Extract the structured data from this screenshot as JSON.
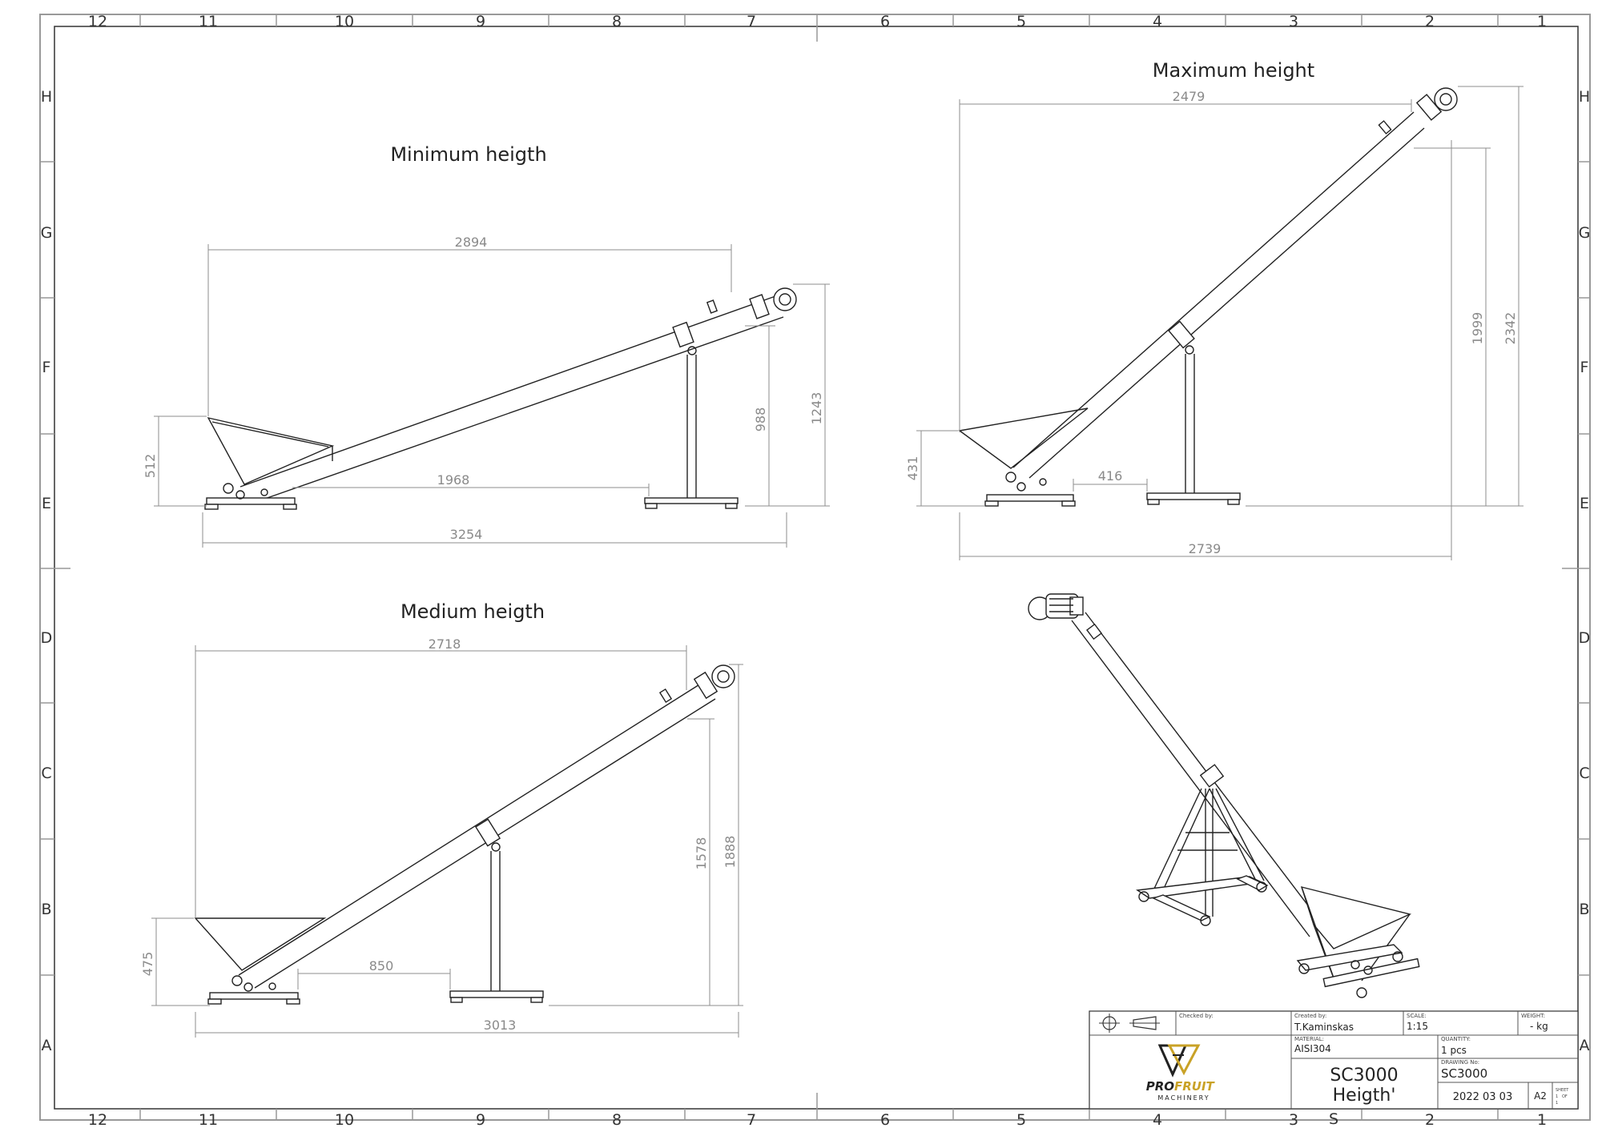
{
  "grid": {
    "cols": [
      "12",
      "11",
      "10",
      "9",
      "8",
      "7",
      "6",
      "5",
      "4",
      "3",
      "2",
      "1"
    ],
    "rows": [
      "H",
      "G",
      "F",
      "E",
      "D",
      "C",
      "B",
      "A"
    ]
  },
  "views": {
    "min": {
      "title": "Minimum heigth",
      "dims": {
        "top": "2894",
        "h_hopper": "512",
        "h_support": "988",
        "h_total": "1243",
        "inner": "1968",
        "bottom": "3254"
      }
    },
    "max": {
      "title": "Maximum height",
      "dims": {
        "top": "2479",
        "h_hopper": "431",
        "h_support": "1999",
        "h_total": "2342",
        "inner": "416",
        "bottom": "2739"
      }
    },
    "med": {
      "title": "Medium heigth",
      "dims": {
        "top": "2718",
        "h_hopper": "475",
        "h_support": "1578",
        "h_total": "1888",
        "inner": "850",
        "bottom": "3013"
      }
    }
  },
  "title_block": {
    "checked_by_label": "Checked by:",
    "created_by_label": "Created by:",
    "created_by": "T.Kaminskas",
    "scale_label": "SCALE:",
    "scale": "1:15",
    "weight_label": "WEIGHT:",
    "weight": "- kg",
    "material_label": "MATERIAL:",
    "material": "AISI304",
    "quantity_label": "QUANTITY:",
    "quantity": "1 pcs",
    "drawing_no_label": "DRAWING No:",
    "drawing_no": "SC3000",
    "name_line1": "SC3000",
    "name_line2": "Heigth'",
    "date": "2022 03 03",
    "size": "A2",
    "sheet_label": "SHEET",
    "sheet_no": "1",
    "sheet_of": "OF",
    "sheet_total": "1",
    "logo_word1": "PRO",
    "logo_word2": "FRUIT",
    "logo_sub": "MACHINERY",
    "stray_letter": "S"
  },
  "colors": {
    "line": "#222222",
    "dimension": "#8a8a8a",
    "logo_gold": "#c9a227"
  }
}
